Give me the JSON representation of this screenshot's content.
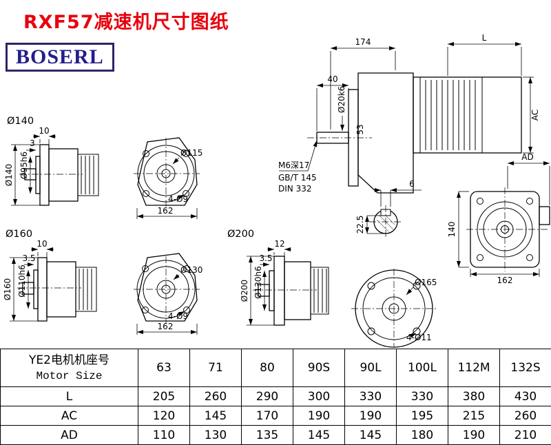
{
  "page": {
    "title": "RXF57减速机尺寸图纸",
    "logo_text": "BOSERL"
  },
  "colors": {
    "title_red": "#e8000d",
    "logo_navy": "#221e8c"
  },
  "side_view": {
    "dim_174": "174",
    "dim_l": "L",
    "dim_40": "40",
    "shaft_dia": "Ø20k6",
    "dim_53": "53",
    "dim_ac": "AC",
    "thread_note": "M6深17",
    "std_note1": "GB/T 145",
    "std_note2": "DIN 332",
    "key_width": "6",
    "key_depth": "22.5"
  },
  "ad_view": {
    "dim_ad": "AD",
    "dim_140": "140",
    "dim_162": "162"
  },
  "flange140": {
    "heading": "Ø140",
    "dim_10": "10",
    "dim_3": "3",
    "flange_dia": "Ø140",
    "pilot_dia": "Ø95h6",
    "bolt_circle": "Ø115",
    "holes": "4-Ø9",
    "dim_162": "162"
  },
  "flange160": {
    "heading": "Ø160",
    "dim_10": "10",
    "dim_35": "3.5",
    "flange_dia": "Ø160",
    "pilot_dia": "Ø110h6",
    "bolt_circle": "Ø130",
    "holes": "4-Ø9",
    "dim_162": "162"
  },
  "flange200": {
    "heading": "Ø200",
    "dim_12": "12",
    "dim_35": "3.5",
    "flange_dia": "Ø200",
    "pilot_dia": "Ø130h6",
    "bolt_circle": "Ø165",
    "holes": "4-Ø11"
  },
  "table": {
    "header_cn": "YE2电机机座号",
    "header_en": "Motor Size",
    "columns": [
      "63",
      "71",
      "80",
      "90S",
      "90L",
      "100L",
      "112M",
      "132S"
    ],
    "rows": [
      {
        "label": "L",
        "values": [
          "205",
          "260",
          "290",
          "300",
          "330",
          "330",
          "380",
          "430"
        ]
      },
      {
        "label": "AC",
        "values": [
          "120",
          "145",
          "170",
          "190",
          "190",
          "195",
          "215",
          "260"
        ]
      },
      {
        "label": "AD",
        "values": [
          "110",
          "130",
          "135",
          "145",
          "145",
          "180",
          "190",
          "210"
        ]
      }
    ]
  }
}
